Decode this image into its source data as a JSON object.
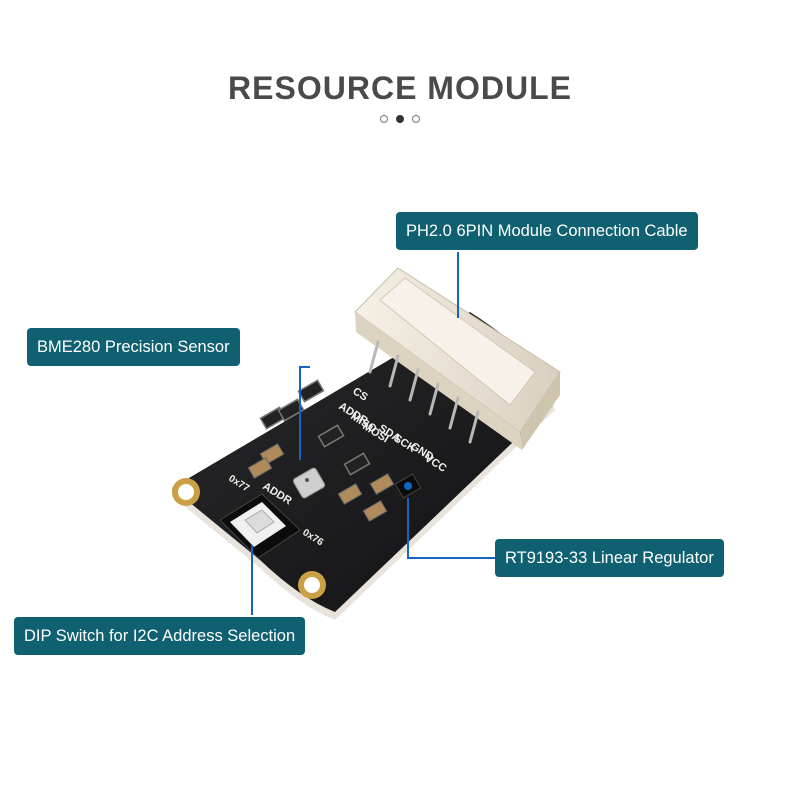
{
  "header": {
    "title": "RESOURCE MODULE",
    "carousel": {
      "count": 3,
      "active_index": 1
    }
  },
  "callouts": {
    "cable": "PH2.0 6PIN Module Connection Cable",
    "sensor": "BME280 Precision Sensor",
    "regulator": "RT9193-33 Linear Regulator",
    "dip_switch": "DIP Switch for I2C Address Selection"
  },
  "board": {
    "pin_labels": [
      "CS",
      "ADDR",
      "MISO",
      "MOSI",
      "SDA",
      "SCK",
      "GND",
      "VCC"
    ],
    "addr_label": "ADDR",
    "addr_low": "0x77",
    "addr_high": "0x76"
  },
  "colors": {
    "callout_bg": "#0f6070",
    "pcb": "#1c1c1e",
    "connector": "#ece4d6",
    "leader_line": "#1565c0"
  }
}
